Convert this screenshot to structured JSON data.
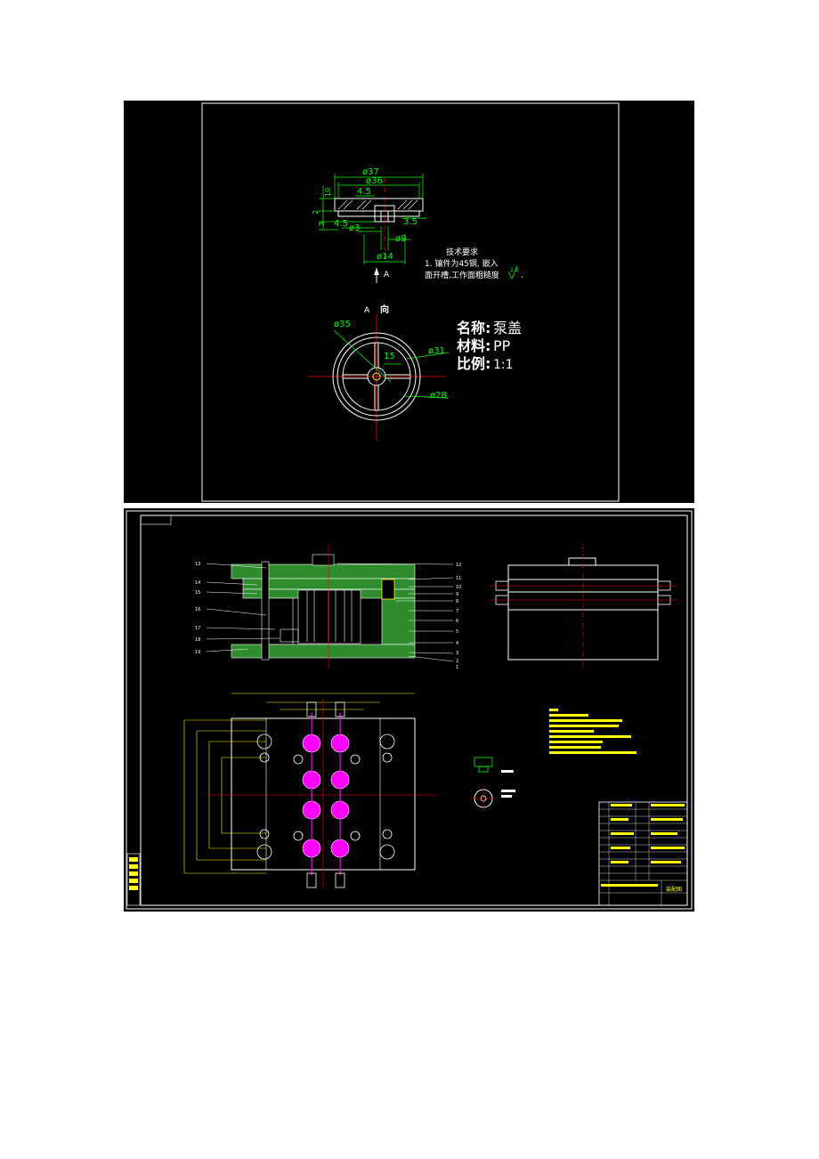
{
  "colors": {
    "background": "#000000",
    "frame": "#ffffff",
    "dimension": "#00ff00",
    "centerline": "#ff0000",
    "text": "#ffffff",
    "mold_plate": "#2e8b2e",
    "cavity": "#ff00ff",
    "notes": "#ffff00"
  },
  "part_drawing": {
    "dimensions": {
      "d37": "ø37",
      "d36": "ø36",
      "d45_top": "4.5",
      "d35_right": "3.5",
      "d45_bottom": "4.5",
      "d3": "ø3",
      "d9": "ø9",
      "d14": "ø14",
      "h10": "10",
      "h2": "2",
      "h3": "3"
    },
    "tech_requirements": {
      "title": "技术要求",
      "line1": "1. 镶件为45钢, 嵌入",
      "line2": "面开槽,工作面粗糙度",
      "roughness": "1.6",
      "period": "."
    },
    "section_arrow_label": "A",
    "view_label": "A",
    "view_label_suffix": "向",
    "view_dimensions": {
      "d35": "ø35",
      "r15": "15",
      "d31": "ø31",
      "d28": "ø28"
    },
    "part_info": {
      "name_label": "名称:",
      "name_value": "泵盖",
      "material_label": "材料:",
      "material_value": "PP",
      "scale_label": "比例:",
      "scale_value": "1:1"
    }
  },
  "assembly_drawing": {
    "left_part_numbers": [
      "13",
      "14",
      "15",
      "16",
      "17",
      "18",
      "19"
    ],
    "right_part_numbers": [
      "12",
      "11",
      "10",
      "9",
      "8",
      "7",
      "6",
      "5",
      "4",
      "3",
      "2",
      "1"
    ],
    "title_block": {
      "drawing_name": "装配图"
    }
  }
}
